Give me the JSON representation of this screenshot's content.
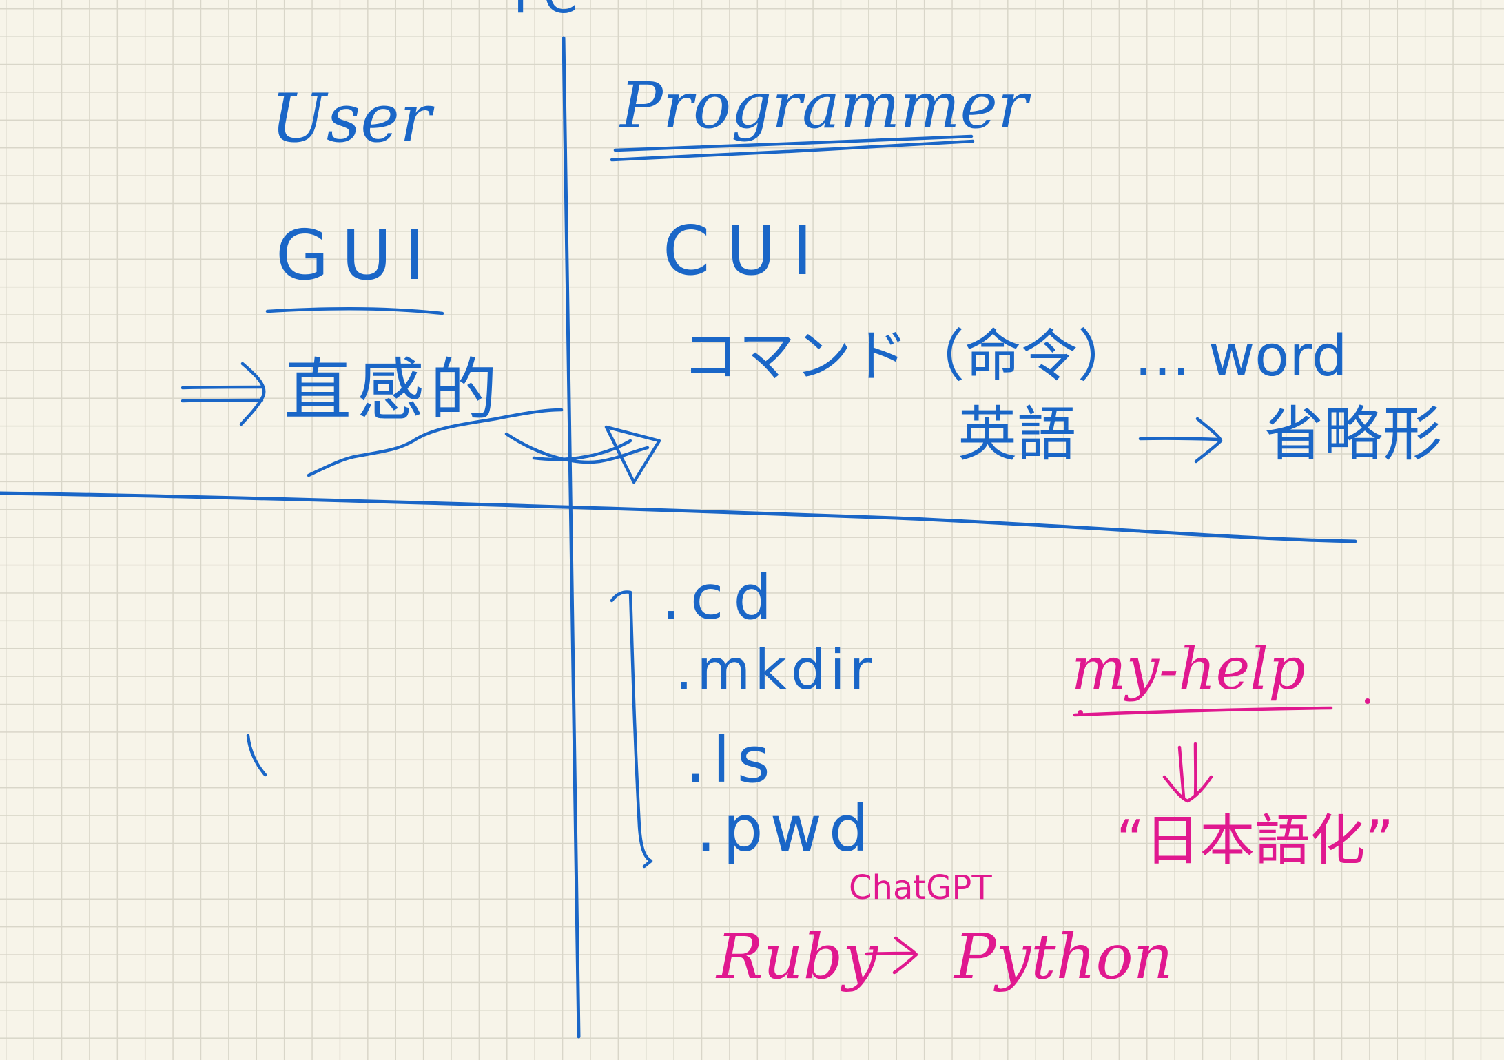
{
  "note": {
    "header_fragment": "PC",
    "left": {
      "title": "User",
      "interface": "GUI",
      "description": "直感的"
    },
    "right": {
      "title": "Programmer",
      "interface": "CUI",
      "command_line": "コマンド（命令）… word",
      "english_line": "英語",
      "abbrev": "省略形",
      "commands": [
        ".cd",
        ".mkdir",
        ".ls",
        ".pwd"
      ],
      "help_label": "my-help",
      "japanese_label": "“日本語化”",
      "chatgpt_label": "ChatGPT",
      "ruby": "Ruby",
      "python": "Python"
    },
    "colors": {
      "blue_ink": "#1a66c7",
      "pink_ink": "#e0188f",
      "paper": "#f7f4e9",
      "grid": "#d9d6c9"
    }
  }
}
